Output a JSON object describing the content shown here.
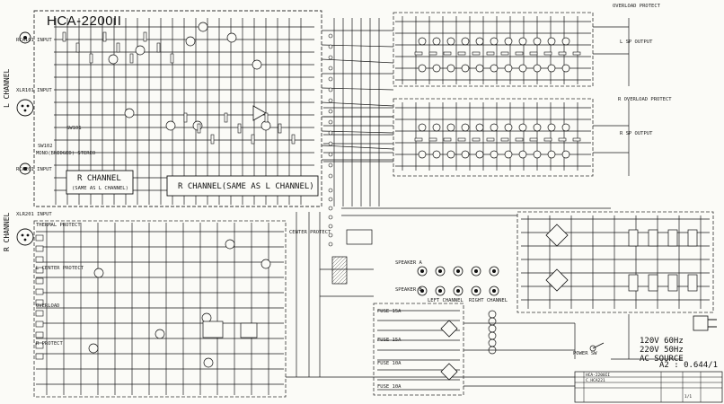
{
  "title": "HCA-2200II",
  "left_inputs": {
    "l_channel": "L CHANNEL",
    "r_channel": "R CHANNEL",
    "l_jack_top": "RCA101 INPUT",
    "l_jack_xlr": "XLR101 INPUT",
    "r_jack_top": "RCA201 INPUT",
    "r_jack_xlr": "XLR201 INPUT",
    "sw_label": "SW102",
    "mono_stereo": "MONO(BRIDGED) STEREO",
    "sw_label2": "SW101"
  },
  "blocks": {
    "r_channel_small": "R CHANNEL",
    "r_channel_small_2": "(SAME AS L CHANNEL)",
    "r_channel_big": "R CHANNEL(SAME AS L CHANNEL)"
  },
  "right_labels": {
    "overload_protect": "OVERLOAD PROTECT",
    "l_sp_output": "L SP OUTPUT",
    "r_overload": "R OVERLOAD PROTECT",
    "r_sp_output": "R SP OUTPUT",
    "center_protect": "CENTER PROTECT"
  },
  "speaker": {
    "speaker_a": "SPEAKER A",
    "speaker_b": "SPEAKER B",
    "left_channel": "LEFT CHANNEL",
    "right_channel": "RIGHT CHANNEL"
  },
  "power": {
    "fuse_1": "FUSE 15A",
    "fuse_2": "FUSE 15A",
    "fuse_3": "FUSE 10A",
    "fuse_4": "FUSE 10A",
    "power_sw": "POWER SW",
    "ac_line1": "120V 60Hz",
    "ac_line2": "220V 50Hz",
    "ac_line3": "AC SOURCE",
    "thermal": "THERMAL PROTECT",
    "overload": "OVERLOAD",
    "center_protect_l": "L CENTER PROTECT",
    "r_protect": "R PROTECT"
  },
  "ratio": "A2 : 0.644/1",
  "title_block": {
    "model": "HCA-2200II",
    "code": "C_HCA221",
    "sheet": "1/1"
  },
  "colors": {
    "ink": "#1a1a1a",
    "paper": "#fbfbf7",
    "dash": "#333333"
  }
}
